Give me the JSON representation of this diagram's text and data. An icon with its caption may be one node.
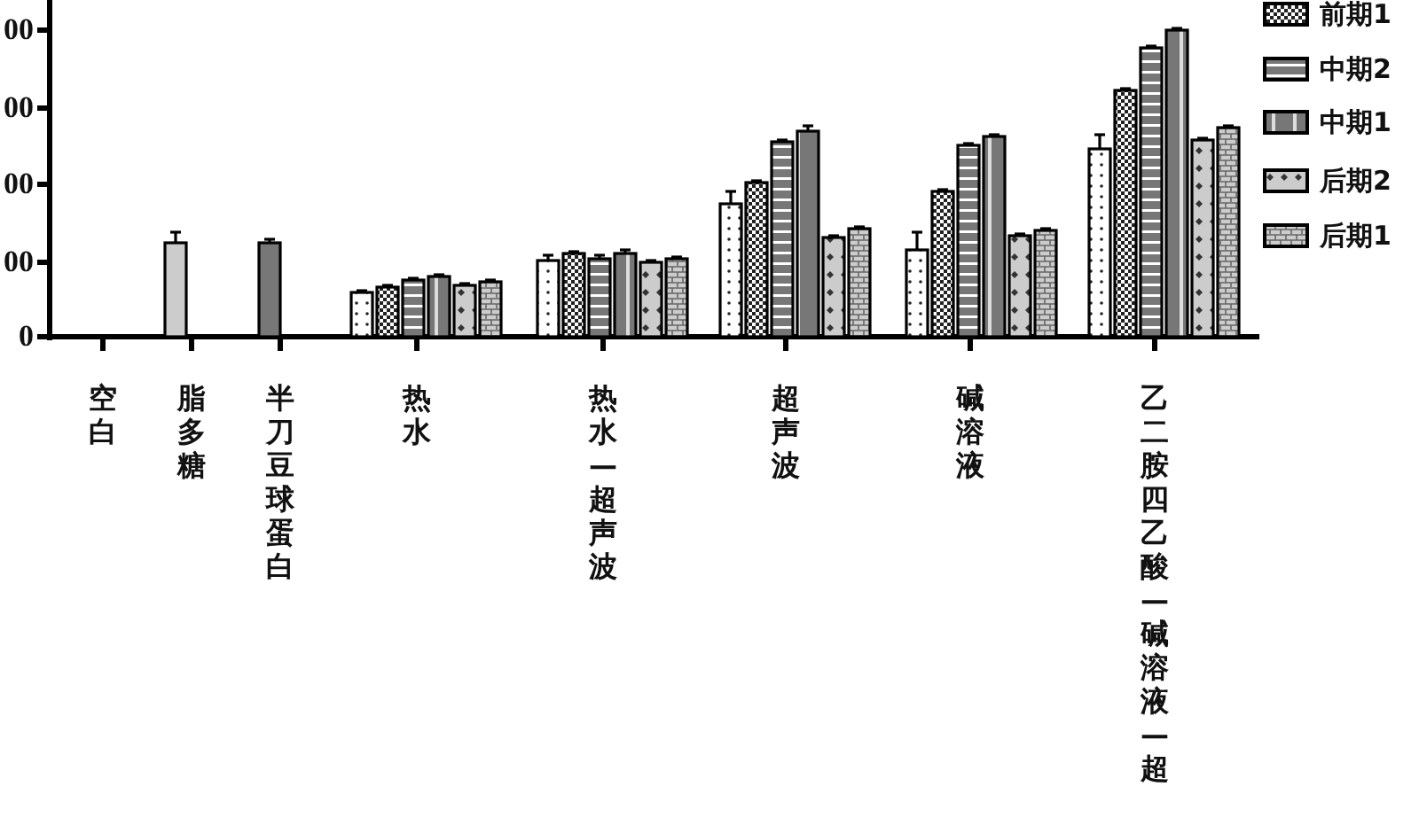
{
  "diagram": {
    "labels": [
      "00",
      "00",
      "00",
      "00",
      "0",
      "空白",
      "脂多糖",
      "半刀豆球蛋白",
      "热水",
      "热水—超声波",
      "超声波",
      "碱溶液",
      "乙二胺四乙酸—碱溶液—超"
    ],
    "legend": [
      {
        "text": "前期1"
      },
      {
        "text": "中期2"
      },
      {
        "text": "中期1"
      },
      {
        "text": "后期2"
      },
      {
        "text": "后期1"
      }
    ]
  }
}
